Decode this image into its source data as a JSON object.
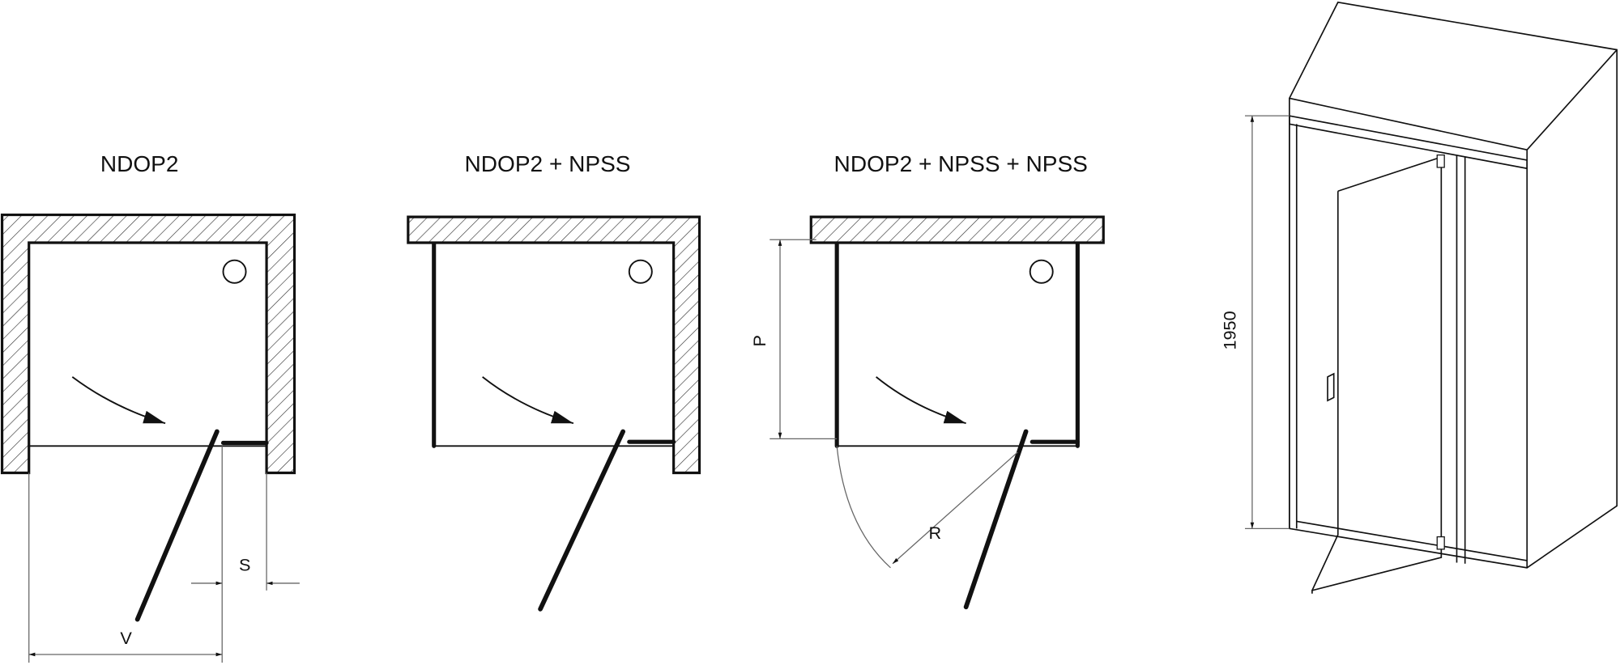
{
  "diagrams": [
    {
      "title": "NDOP2",
      "labels": {
        "v": "V",
        "s": "S"
      }
    },
    {
      "title": "NDOP2 + NPSS"
    },
    {
      "title": "NDOP2 + NPSS + NPSS",
      "labels": {
        "p": "P",
        "r": "R"
      }
    }
  ],
  "perspective": {
    "height_label": "1950"
  }
}
